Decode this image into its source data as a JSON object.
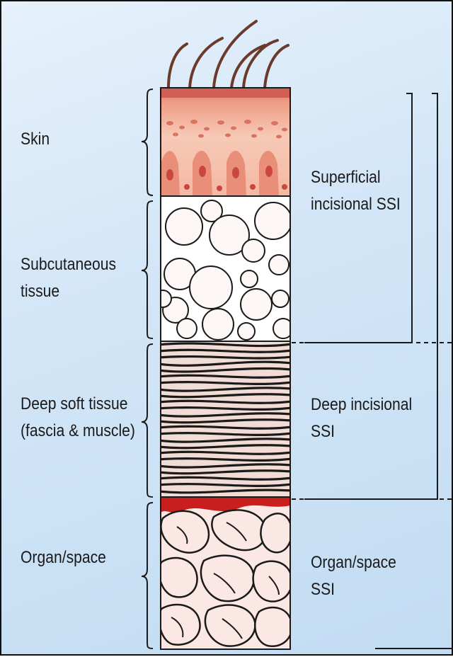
{
  "layers": [
    {
      "name": "Skin"
    },
    {
      "name": "Subcutaneous",
      "name2": "tissue"
    },
    {
      "name": "Deep soft tissue",
      "name2": "(fascia & muscle)"
    },
    {
      "name": "Organ/space"
    }
  ],
  "classifications": [
    {
      "line1": "Superficial",
      "line2": "incisional SSI"
    },
    {
      "line1": "Deep incisional",
      "line2": "SSI"
    },
    {
      "line1": "Organ/space",
      "line2": "SSI"
    }
  ],
  "colors": {
    "background": "#d3e6f7",
    "skin": "#e2927f",
    "fat": "#ffffff",
    "muscle": "#f2ddd6",
    "organ": "#fbe8e4",
    "blood": "#c81e1e",
    "hair": "#6b3a2a"
  }
}
